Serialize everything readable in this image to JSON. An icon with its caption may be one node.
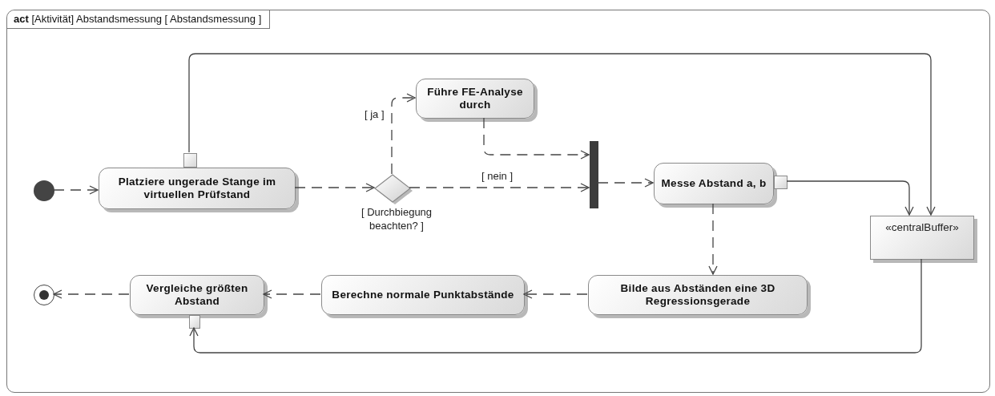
{
  "diagram": {
    "nodes": [
      {
        "text": [
          "**act** [Aktivität] Abstandsmessung [ Abstandsmessung ]"
        ]
      },
      {
        "text": [],
        "shape": "dot",
        "in": 0
      },
      {
        "text": [
          "Platziere ungerade Stange im virtuellen Prüfstand"
        ],
        "in": 0
      },
      {
        "text": [],
        "shape": "box",
        "in": 0
      },
      {
        "text": [],
        "shape": "diamond",
        "in": 0,
        "beside": [
          "[ Durchbiegung beachten? ]"
        ]
      },
      {
        "text": [
          "Führe FE-Analyse durch"
        ],
        "in": 0
      },
      {
        "text": [],
        "shape": "bar",
        "in": 0
      },
      {
        "text": [
          "Messe Abstand a, b"
        ],
        "in": 0
      },
      {
        "text": [],
        "shape": "box",
        "in": 0
      },
      {
        "text": [
          "«centralBuffer»"
        ],
        "in": 0
      },
      {
        "text": [
          "Bilde aus Abständen eine 3D Regressionsgerade"
        ],
        "in": 0
      },
      {
        "text": [
          "Berechne normale Punktabstände"
        ],
        "in": 0
      },
      {
        "text": [
          "Vergleiche größten Abstand"
        ],
        "in": 0
      },
      {
        "text": [],
        "shape": "box",
        "in": 0
      },
      {
        "text": [],
        "shape": "bullseye",
        "in": 0
      }
    ],
    "edges": [
      {
        "from": 1,
        "to": 2,
        "arrow": "to",
        "style": "dashed"
      },
      {
        "from": 2,
        "to": 4,
        "arrow": "to",
        "style": "dashed"
      },
      {
        "from": 4,
        "to": 5,
        "arrow": "to",
        "style": "dashed",
        "label": "[ ja ]"
      },
      {
        "from": 4,
        "to": 6,
        "arrow": "to",
        "style": "dashed",
        "label": "[ nein ]"
      },
      {
        "from": 5,
        "to": 6,
        "arrow": "to",
        "style": "dashed"
      },
      {
        "from": 6,
        "to": 7,
        "arrow": "to",
        "style": "dashed"
      },
      {
        "from": 7,
        "to": 10,
        "arrow": "to",
        "style": "dashed"
      },
      {
        "from": 10,
        "to": 11,
        "arrow": "to",
        "style": "dashed"
      },
      {
        "from": 11,
        "to": 12,
        "arrow": "to",
        "style": "dashed"
      },
      {
        "from": 12,
        "to": 14,
        "arrow": "to",
        "style": "dashed"
      },
      {
        "from": 3,
        "to": 9,
        "arrow": "to"
      },
      {
        "from": 8,
        "to": 9,
        "arrow": "to"
      },
      {
        "from": 9,
        "to": 13,
        "arrow": "to"
      }
    ]
  }
}
